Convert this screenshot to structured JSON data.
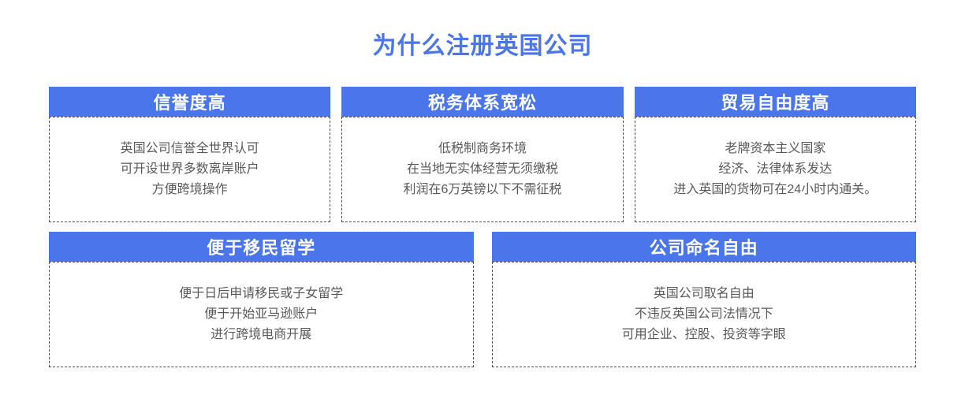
{
  "page": {
    "title": "为什么注册英国公司",
    "colors": {
      "accent": "#4b76eb",
      "header_text": "#ffffff",
      "body_text": "#595959",
      "dashed_border": "#4d4d4d",
      "background": "#ffffff"
    }
  },
  "cards": [
    {
      "title": "信誉度高",
      "lines": [
        "英国公司信誉全世界认可",
        "可开设世界多数离岸账户",
        "方便跨境操作"
      ]
    },
    {
      "title": "税务体系宽松",
      "lines": [
        "低税制商务环境",
        "在当地无实体经营无须缴税",
        "利润在6万英镑以下不需征税"
      ]
    },
    {
      "title": "贸易自由度高",
      "lines": [
        "老牌资本主义国家",
        "经济、法律体系发达",
        "进入英国的货物可在24小时内通关。"
      ]
    },
    {
      "title": "便于移民留学",
      "lines": [
        "便于日后申请移民或子女留学",
        "便于开始亚马逊账户",
        "进行跨境电商开展"
      ]
    },
    {
      "title": "公司命名自由",
      "lines": [
        "英国公司取名自由",
        "不违反英国公司法情况下",
        "可用企业、控股、投资等字眼"
      ]
    }
  ]
}
